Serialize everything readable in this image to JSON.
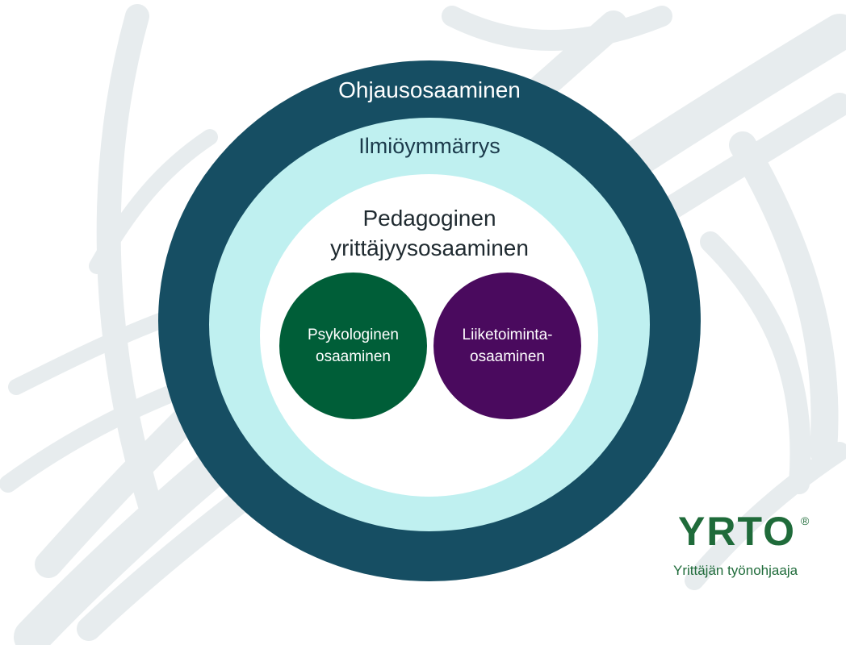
{
  "outer_ring": {
    "label": "Ohjausosaaminen",
    "color": "#164e63"
  },
  "middle_ring": {
    "label": "Ilmiöymmärrys",
    "color": "#bff0f0"
  },
  "inner_circle": {
    "label_line1": "Pedagoginen",
    "label_line2": "yrittäjyysosaaminen",
    "color": "#ffffff"
  },
  "sub_circles": [
    {
      "line1": "Psykologinen",
      "line2": "osaaminen",
      "color": "#005e38"
    },
    {
      "line1": "Liiketoiminta-",
      "line2": "osaaminen",
      "color": "#4a0a5e"
    }
  ],
  "logo": {
    "mark": "YRTO",
    "registered": "®",
    "tagline": "Yrittäjän työnohjaaja",
    "color": "#1f6b3a"
  },
  "background_decoration": "feather-watermark"
}
